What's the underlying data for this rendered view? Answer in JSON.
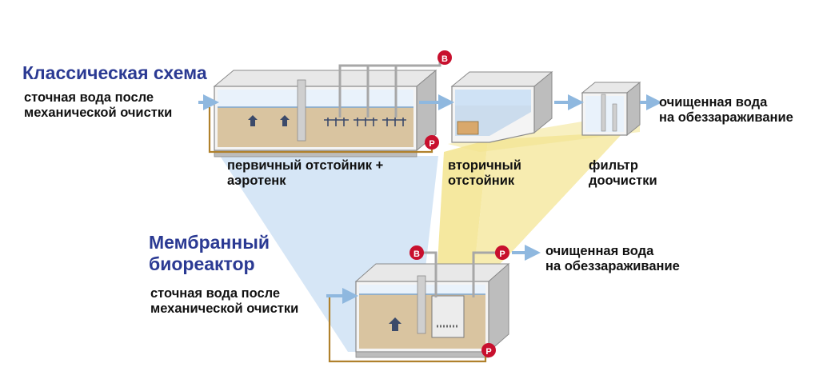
{
  "classic": {
    "heading": "Классическая схема",
    "inlet_line1": "сточная вода после",
    "inlet_line2": "механической очистки",
    "outlet_line1": "очищенная вода",
    "outlet_line2": "на обеззараживание",
    "primary_line1": "первичный отстойник +",
    "primary_line2": "аэротенк",
    "secondary_line1": "вторичный",
    "secondary_line2": "отстойник",
    "filter_line1": "фильтр",
    "filter_line2": "доочистки",
    "blower_label": "В",
    "pump_label": "Р"
  },
  "mbr": {
    "heading_line1": "Мембранный",
    "heading_line2": "биореактор",
    "inlet_line1": "сточная вода после",
    "inlet_line2": "механической очистки",
    "outlet_line1": "очищенная вода",
    "outlet_line2": "на обеззараживание",
    "blower_label": "В",
    "pump_label": "Р",
    "return_pump_label": "Р"
  },
  "colors": {
    "heading": "#2b3a93",
    "flow_arrow": "#8fb8df",
    "projection_blue": "#cfe2f5",
    "projection_yellow": "#f3e48e",
    "recycle_line": "#b0812c",
    "sludge": "#d9c4a0",
    "tank_wall": "#d6d6d6",
    "valve": "#c8102e"
  }
}
